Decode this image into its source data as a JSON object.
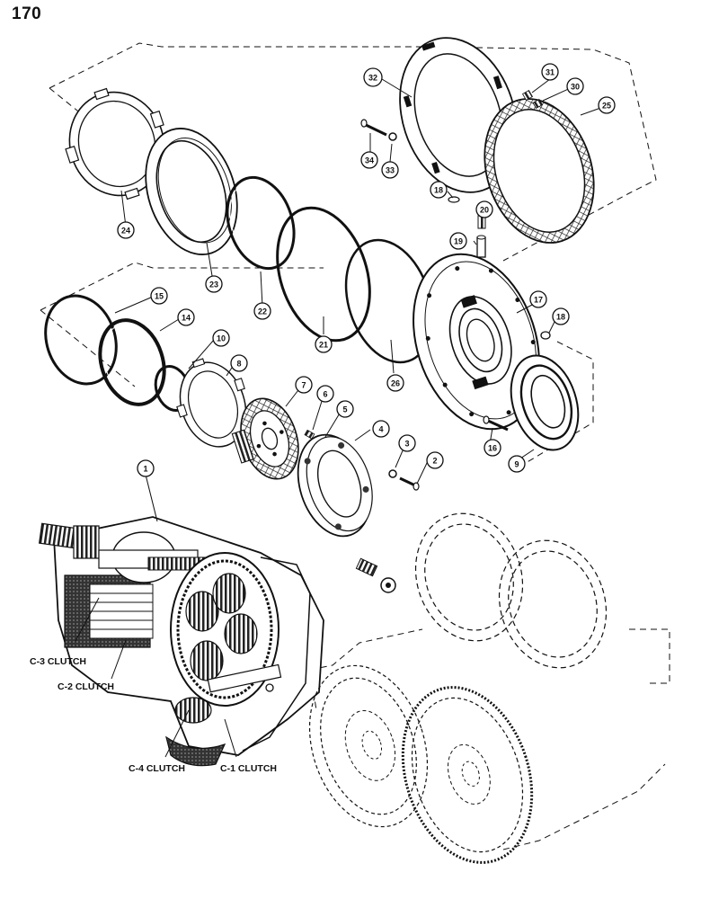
{
  "page": {
    "number": "170"
  },
  "callouts": {
    "c1": "1",
    "c2": "2",
    "c3": "3",
    "c4": "4",
    "c5": "5",
    "c6": "6",
    "c7": "7",
    "c8": "8",
    "c9": "9",
    "c10": "10",
    "c14": "14",
    "c15": "15",
    "c16": "16",
    "c17": "17",
    "c18a": "18",
    "c18b": "18",
    "c19": "19",
    "c20": "20",
    "c21": "21",
    "c22": "22",
    "c23": "23",
    "c24": "24",
    "c25": "25",
    "c26": "26",
    "c30": "30",
    "c31": "31",
    "c32": "32",
    "c33": "33",
    "c34": "34"
  },
  "clutch_labels": {
    "c3": "C-3 CLUTCH",
    "c2": "C-2 CLUTCH",
    "c4": "C-4 CLUTCH",
    "c1": "C-1 CLUTCH"
  },
  "colors": {
    "ink": "#111111",
    "paper": "#ffffff",
    "shade": "#555555"
  }
}
